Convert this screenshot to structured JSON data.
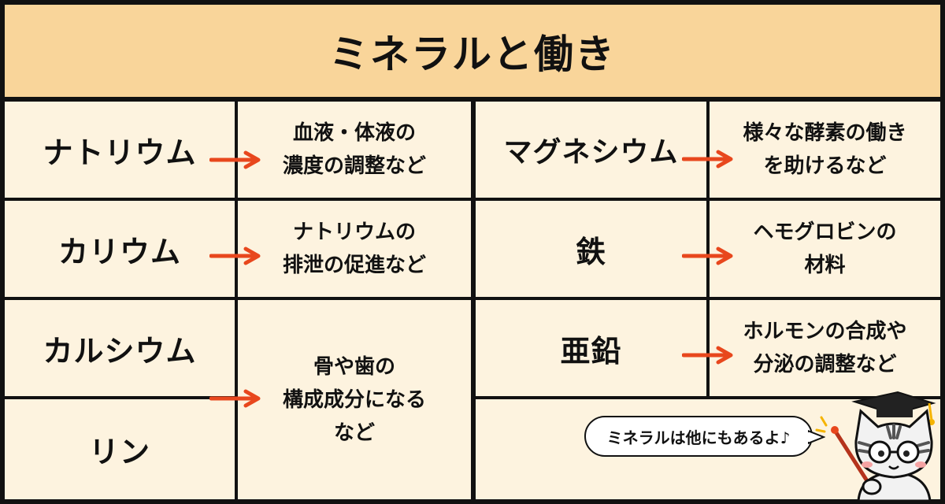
{
  "title": "ミネラルと働き",
  "colors": {
    "header_bg": "#f9d59a",
    "cell_bg": "#fdf3df",
    "border": "#111111",
    "arrow": "#e8471d"
  },
  "left_rows": [
    {
      "name": "ナトリウム",
      "desc": [
        "血液・体液の",
        "濃度の調整など"
      ]
    },
    {
      "name": "カリウム",
      "desc": [
        "ナトリウムの",
        "排泄の促進など"
      ]
    },
    {
      "name": "カルシウム"
    },
    {
      "name": "リン"
    }
  ],
  "shared_desc": [
    "骨や歯の",
    "構成成分になる",
    "など"
  ],
  "right_rows": [
    {
      "name": "マグネシウム",
      "desc": [
        "様々な酵素の働き",
        "を助けるなど"
      ]
    },
    {
      "name": "鉄",
      "desc": [
        "ヘモグロビンの",
        "材料"
      ]
    },
    {
      "name": "亜鉛",
      "desc": [
        "ホルモンの合成や",
        "分泌の調整など"
      ]
    }
  ],
  "bubble_text": "ミネラルは他にもあるよ♪",
  "icons": [
    "arrow-right-icon",
    "cat-teacher-mascot-icon"
  ]
}
